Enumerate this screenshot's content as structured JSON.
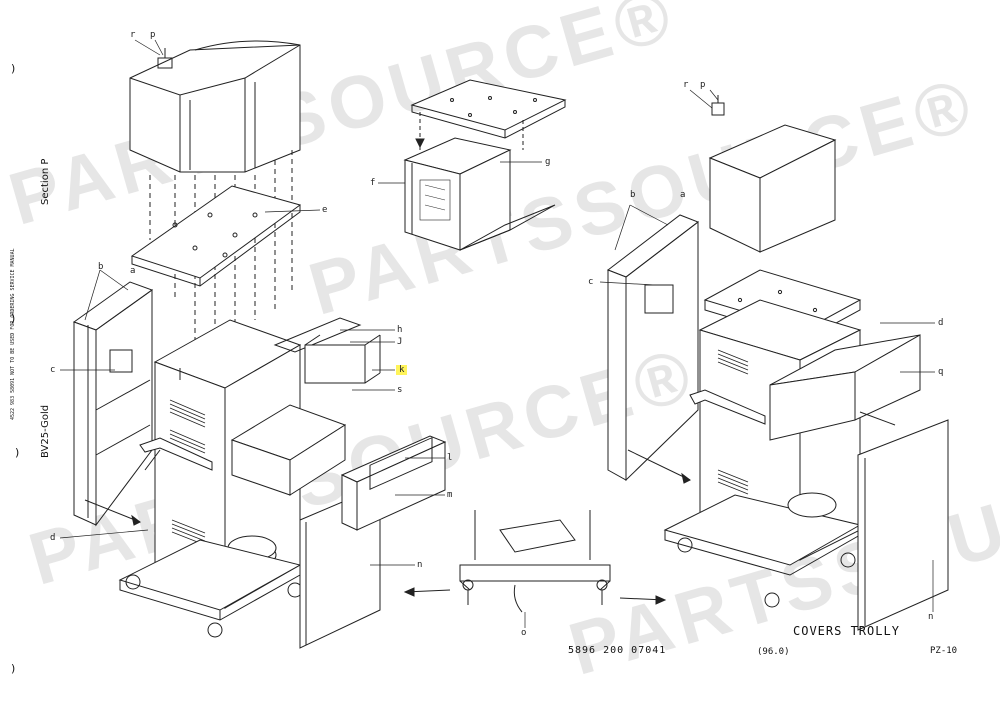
{
  "watermark": {
    "text": "PARTSSOURCE®"
  },
  "side_notes": {
    "section": "Section P",
    "doc_note": "4522 983 58091 NOT TO BE USED FOR ORDERING SERVICE MANUAL",
    "model": "BV25-Gold",
    "paren_marks": [
      ")",
      ")",
      ")",
      ")"
    ]
  },
  "callouts_left": {
    "r": "r",
    "p": "p",
    "e": "e",
    "b": "b",
    "a": "a",
    "c": "c",
    "d": "d",
    "h": "h",
    "j": "J",
    "k": "k",
    "s": "s",
    "l": "l",
    "m": "m",
    "n": "n"
  },
  "callouts_top": {
    "f": "f",
    "g": "g"
  },
  "callouts_right": {
    "r": "r",
    "p": "p",
    "b": "b",
    "a": "a",
    "c": "c",
    "d": "d",
    "q": "q",
    "n": "n"
  },
  "callouts_bottom": {
    "o": "o"
  },
  "footer": {
    "doc_number": "5896 200 07041",
    "version": "(96.0)",
    "title": "COVERS TROLLY",
    "page": "PZ-10"
  },
  "colors": {
    "highlight": "#fff45a",
    "line": "#222222",
    "watermark": "#e6e6e6"
  }
}
